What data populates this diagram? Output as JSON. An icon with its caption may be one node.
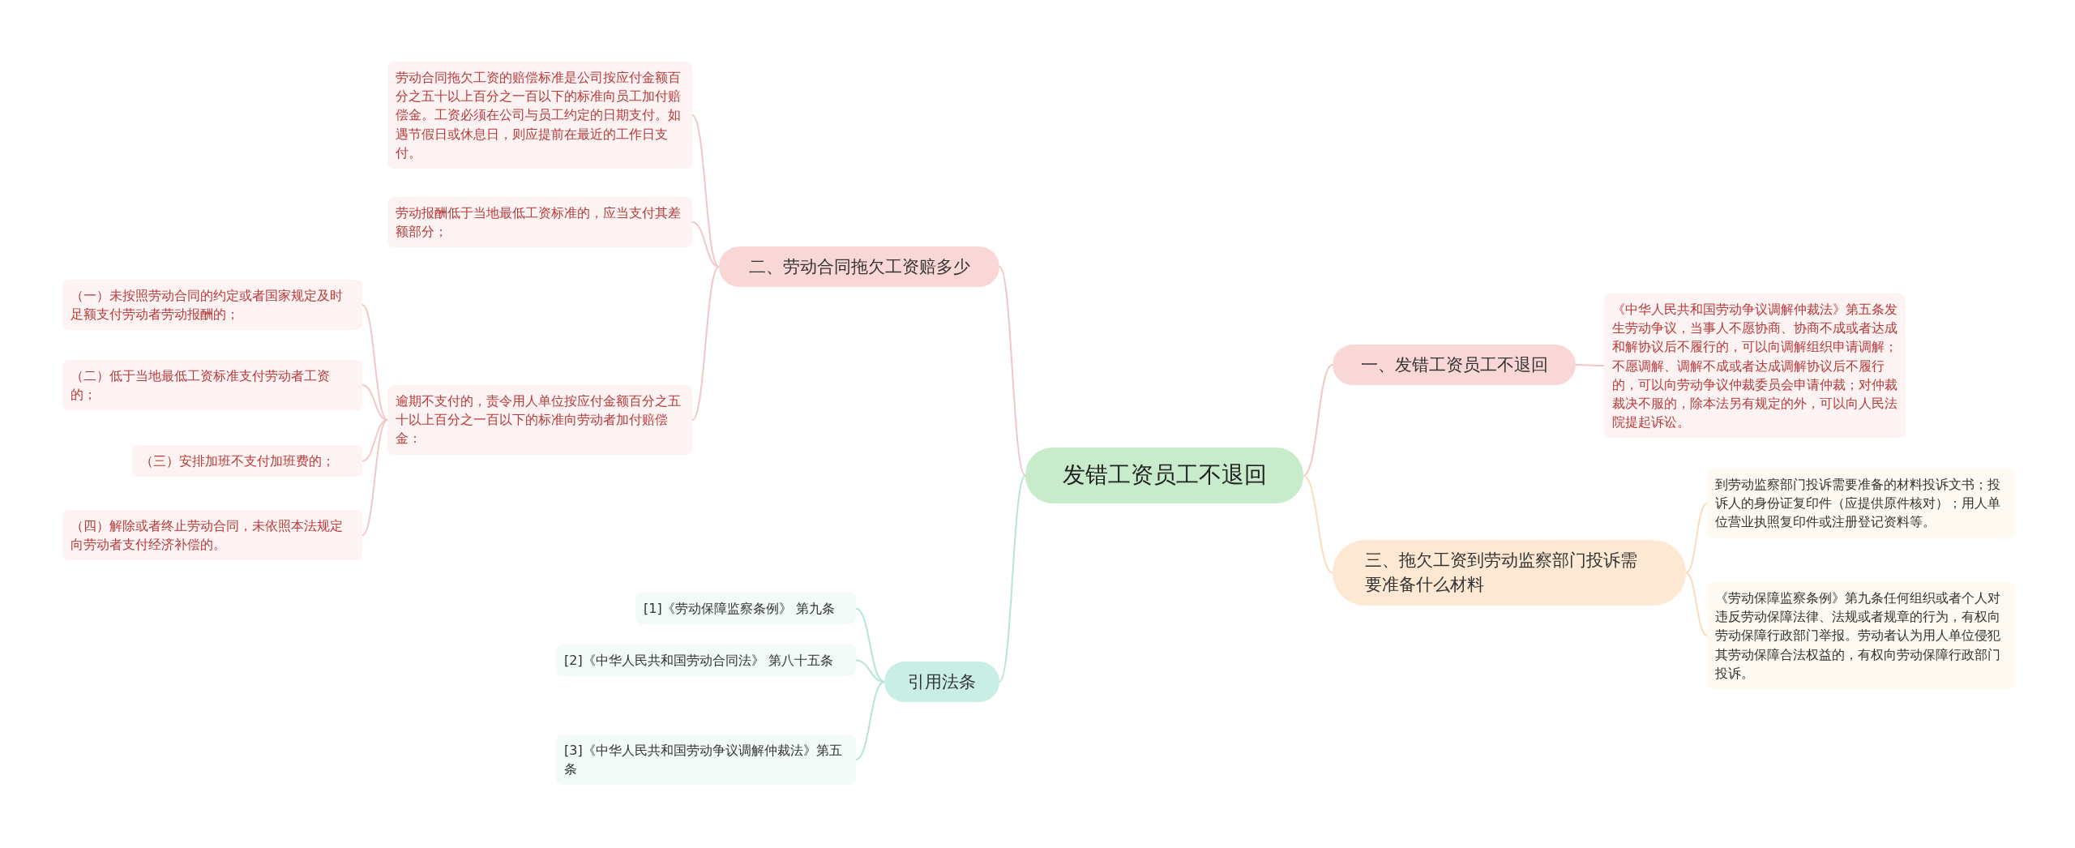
{
  "diagram": {
    "nodes": [
      {
        "text": [
          "发错工资员工不退回"
        ]
      },
      {
        "text": [
          "一、发错工资员工不退回"
        ]
      },
      {
        "text": [
          "《中华人民共和国劳动争议调解仲裁法》第五条发生劳动争议，当事人不愿协商、协商不成或者达成和解协议后不履行的，可以向调解组织申请调解；不愿调解、调解不成或者达成调解协议后不履行的，可以向劳动争议仲裁委员会申请仲裁；对仲裁裁决不服的，除本法另有规定的外，可以向人民法院提起诉讼。"
        ]
      },
      {
        "text": [
          "二、劳动合同拖欠工资赔多少"
        ]
      },
      {
        "text": [
          "劳动合同拖欠工资的赔偿标准是公司按应付金额百分之五十以上百分之一百以下的标准向员工加付赔偿金。工资必须在公司与员工约定的日期支付。如遇节假日或休息日，则应提前在最近的工作日支付。"
        ]
      },
      {
        "text": [
          "劳动报酬低于当地最低工资标准的，应当支付其差额部分；"
        ]
      },
      {
        "text": [
          "逾期不支付的，责令用人单位按应付金额百分之五十以上百分之一百以下的标准向劳动者加付赔偿金："
        ]
      },
      {
        "text": [
          "（一）未按照劳动合同的约定或者国家规定及时足额支付劳动者劳动报酬的；"
        ]
      },
      {
        "text": [
          "（二）低于当地最低工资标准支付劳动者工资的；"
        ]
      },
      {
        "text": [
          "（三）安排加班不支付加班费的；"
        ]
      },
      {
        "text": [
          "（四）解除或者终止劳动合同，未依照本法规定向劳动者支付经济补偿的。"
        ]
      },
      {
        "text": [
          "三、拖欠工资到劳动监察部门投诉需要准备什么材料"
        ]
      },
      {
        "text": [
          "到劳动监察部门投诉需要准备的材料投诉文书；投诉人的身份证复印件（应提供原件核对）；用人单位营业执照复印件或注册登记资料等。"
        ]
      },
      {
        "text": [
          "《劳动保障监察条例》第九条任何组织或者个人对违反劳动保障法律、法规或者规章的行为，有权向劳动保障行政部门举报。劳动者认为用人单位侵犯其劳动保障合法权益的，有权向劳动保障行政部门投诉。"
        ]
      },
      {
        "text": [
          "引用法条"
        ]
      },
      {
        "text": [
          "[1]《劳动保障监察条例》 第九条"
        ]
      },
      {
        "text": [
          "[2]《中华人民共和国劳动合同法》 第八十五条"
        ]
      },
      {
        "text": [
          "[3]《中华人民共和国劳动争议调解仲裁法》第五条"
        ]
      }
    ],
    "edges": [
      {
        "from": 0,
        "to": 1,
        "arrow": "none"
      },
      {
        "from": 1,
        "to": 2,
        "arrow": "none"
      },
      {
        "from": 0,
        "to": 3,
        "arrow": "none"
      },
      {
        "from": 3,
        "to": 4,
        "arrow": "none"
      },
      {
        "from": 3,
        "to": 5,
        "arrow": "none"
      },
      {
        "from": 3,
        "to": 6,
        "arrow": "none"
      },
      {
        "from": 6,
        "to": 7,
        "arrow": "none"
      },
      {
        "from": 6,
        "to": 8,
        "arrow": "none"
      },
      {
        "from": 6,
        "to": 9,
        "arrow": "none"
      },
      {
        "from": 6,
        "to": 10,
        "arrow": "none"
      },
      {
        "from": 0,
        "to": 11,
        "arrow": "none",
        "color": "#fbdcbc"
      },
      {
        "from": 11,
        "to": 12,
        "arrow": "none",
        "color": "#fbdcbc"
      },
      {
        "from": 11,
        "to": 13,
        "arrow": "none",
        "color": "#fbdcbc"
      },
      {
        "from": 0,
        "to": 14,
        "arrow": "none",
        "color": "#b5e4d8"
      },
      {
        "from": 14,
        "to": 15,
        "arrow": "none",
        "color": "#b5e4d8"
      },
      {
        "from": 14,
        "to": 16,
        "arrow": "none",
        "color": "#b5e4d8"
      },
      {
        "from": 14,
        "to": 17,
        "arrow": "none",
        "color": "#b5e4d8"
      }
    ]
  }
}
